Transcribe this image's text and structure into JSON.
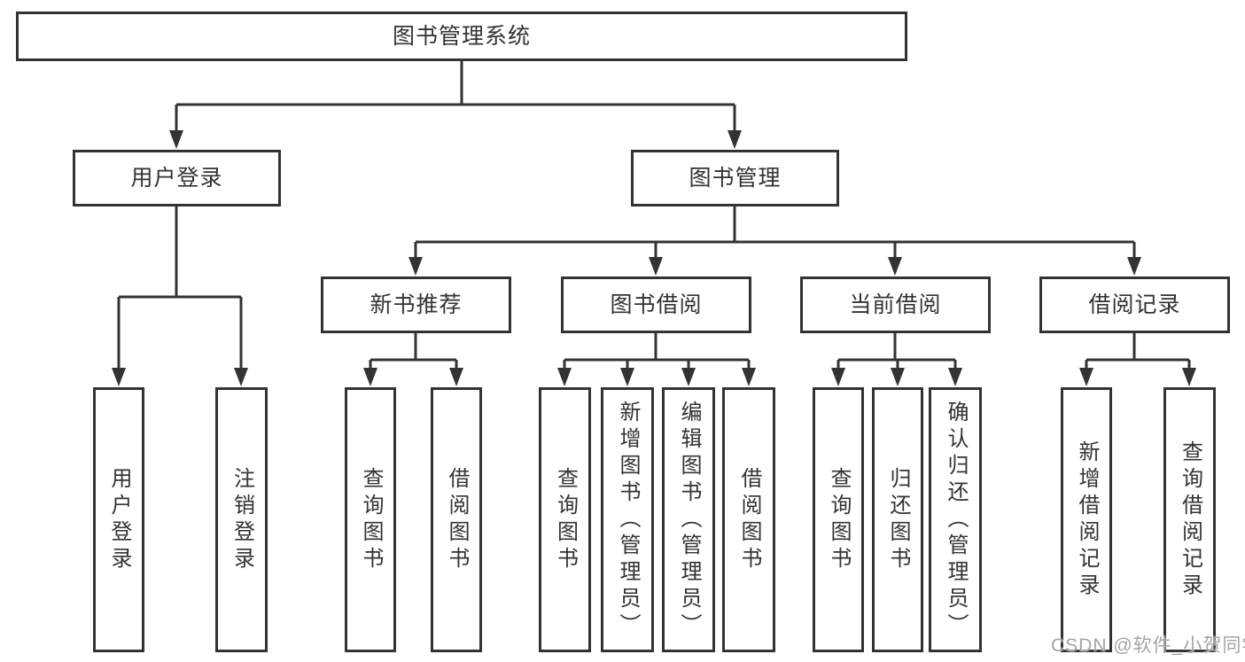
{
  "tree": {
    "label": "图书管理系统",
    "children": [
      {
        "label": "用户登录",
        "children": [
          {
            "label": "用户登录"
          },
          {
            "label": "注销登录"
          }
        ]
      },
      {
        "label": "图书管理",
        "children": [
          {
            "label": "新书推荐",
            "children": [
              {
                "label": "查询图书"
              },
              {
                "label": "借阅图书"
              }
            ]
          },
          {
            "label": "图书借阅",
            "children": [
              {
                "label": "查询图书"
              },
              {
                "label": "新增图书（管理员）"
              },
              {
                "label": "编辑图书（管理员）"
              },
              {
                "label": "借阅图书"
              }
            ]
          },
          {
            "label": "当前借阅",
            "children": [
              {
                "label": "查询图书"
              },
              {
                "label": "归还图书"
              },
              {
                "label": "确认归还（管理员）"
              }
            ]
          },
          {
            "label": "借阅记录",
            "children": [
              {
                "label": "新增借阅记录"
              },
              {
                "label": "查询借阅记录"
              }
            ]
          }
        ]
      }
    ]
  },
  "watermark": "CSDN @软件_小贺同学",
  "colors": {
    "line": "#333333",
    "box_fill": "#ffffff",
    "watermark_gray": "#a5a5a5"
  }
}
